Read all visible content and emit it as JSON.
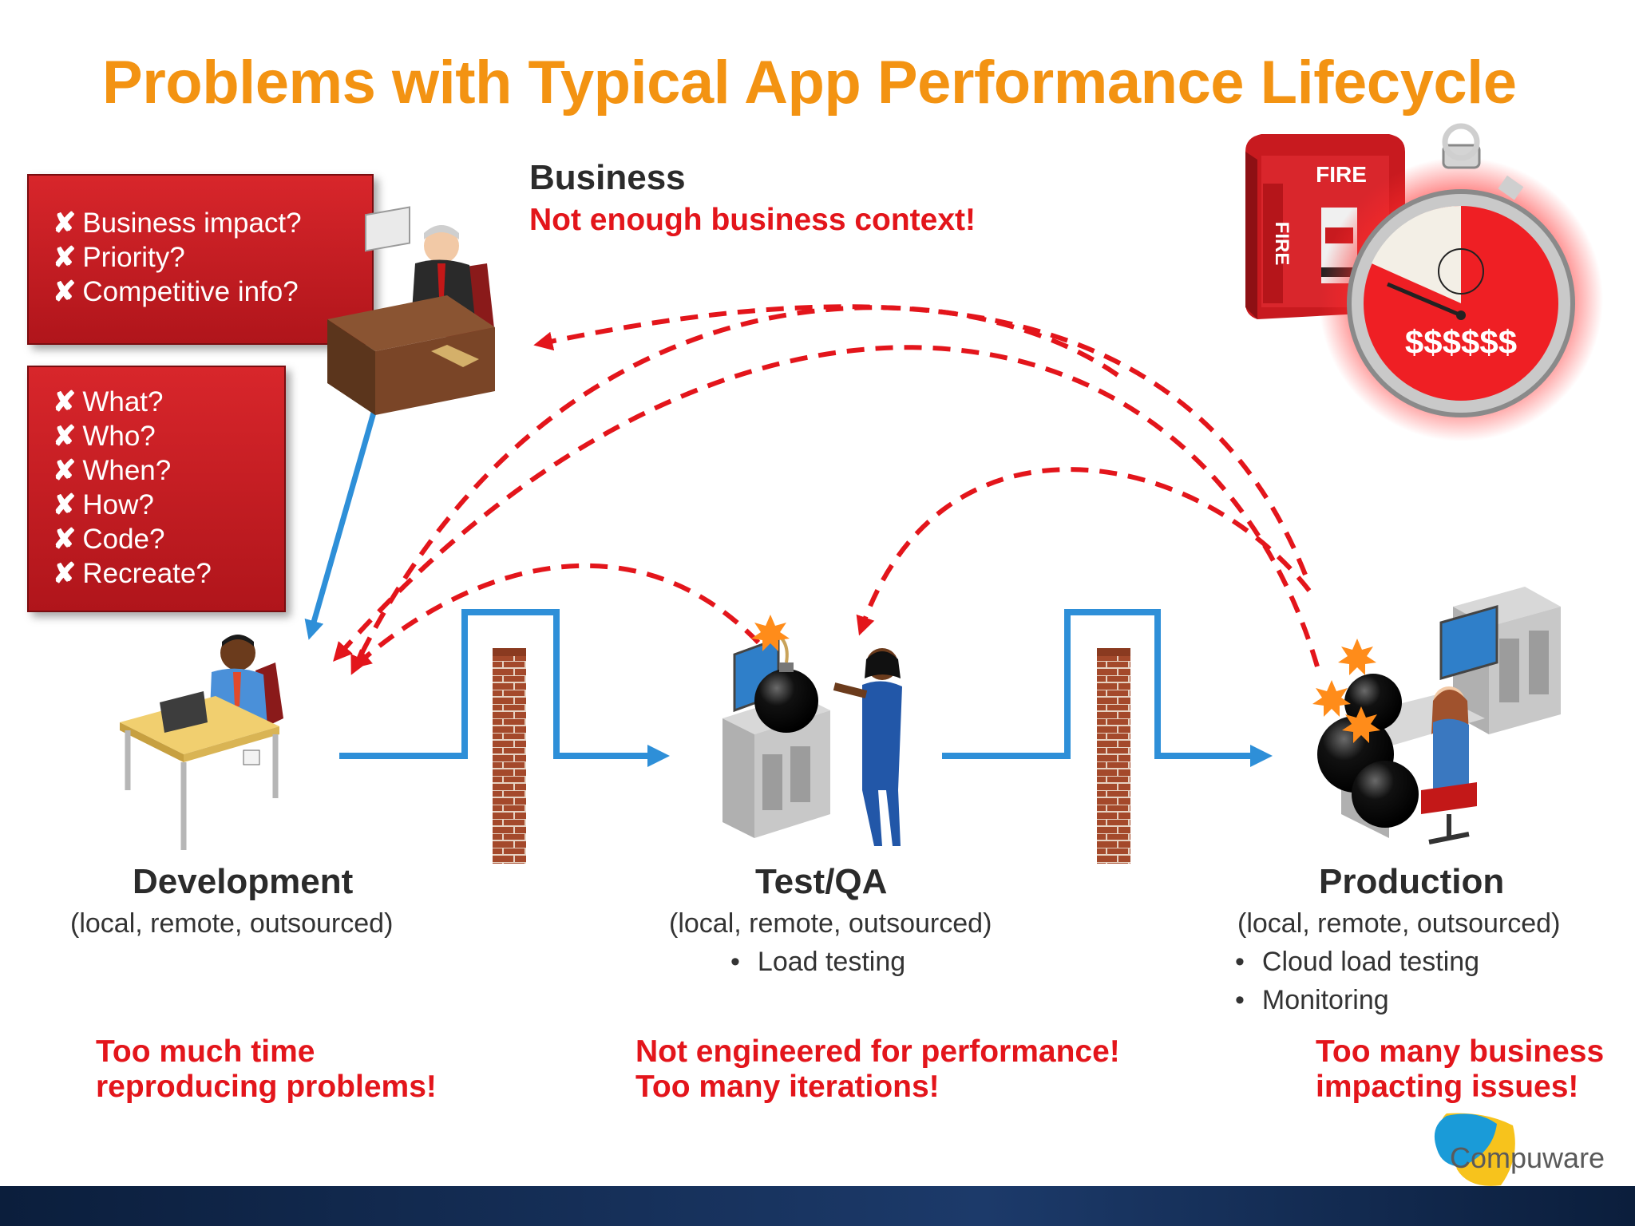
{
  "title": "Problems with Typical App Performance Lifecycle",
  "business": {
    "label": "Business",
    "problem": "Not enough business context!"
  },
  "business_questions": [
    "Business impact?",
    "Priority?",
    "Competitive info?"
  ],
  "dev_questions": [
    "What?",
    "Who?",
    "When?",
    "How?",
    "Code?",
    "Recreate?"
  ],
  "question_mark": "✘",
  "fire_alarm": {
    "label": "FIRE",
    "vertical": "FIRE"
  },
  "stopwatch": {
    "label": "$$$$$$"
  },
  "stages": {
    "development": {
      "title": "Development",
      "sub": "(local, remote, outsourced)",
      "bullets": [],
      "problem": [
        "Too much time",
        "reproducing problems!"
      ]
    },
    "testqa": {
      "title": "Test/QA",
      "sub": "(local, remote, outsourced)",
      "bullets": [
        "Load testing"
      ],
      "problem": [
        "Not engineered for performance!",
        "Too many iterations!"
      ]
    },
    "production": {
      "title": "Production",
      "sub": "(local, remote, outsourced)",
      "bullets": [
        "Cloud load testing",
        "Monitoring"
      ],
      "problem": [
        "Too many business",
        "impacting issues!"
      ]
    }
  },
  "logo": {
    "text": "Compuware"
  },
  "colors": {
    "title": "#f39312",
    "alert": "#e3151b",
    "flow": "#2e8fd8",
    "brick": "#a4492b"
  }
}
